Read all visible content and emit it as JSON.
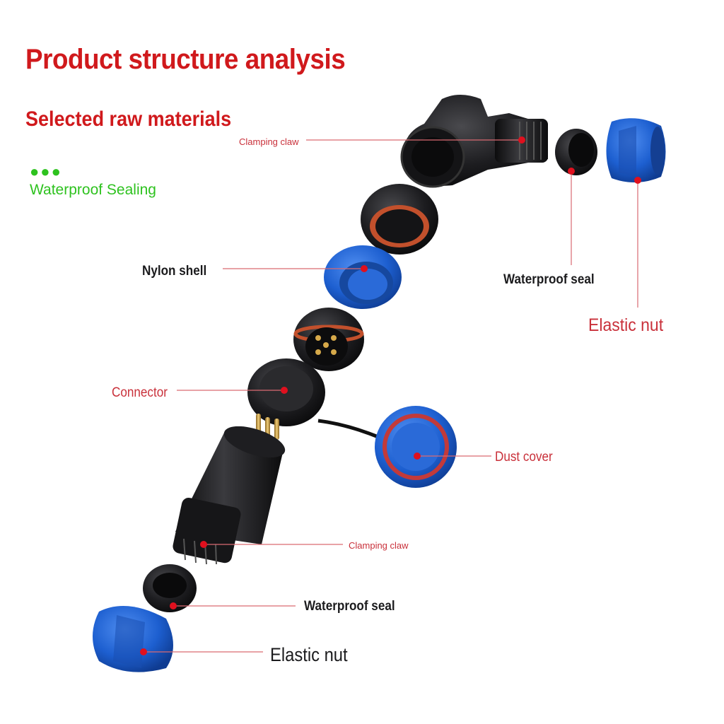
{
  "title": "Product structure analysis",
  "subtitle": "Selected raw materials",
  "feature": {
    "dots": "●●●",
    "label": "Waterproof Sealing"
  },
  "callouts": {
    "clamping_claw_top": "Clamping claw",
    "nylon_shell": "Nylon shell",
    "waterproof_seal_top": "Waterproof seal",
    "elastic_nut_top": "Elastic nut",
    "connector": "Connector",
    "dust_cover": "Dust cover",
    "clamping_claw_bottom": "Clamping claw",
    "waterproof_seal_bottom": "Waterproof seal",
    "elastic_nut_bottom": "Elastic nut"
  },
  "colors": {
    "title_red": "#d0191c",
    "label_red": "#c9303a",
    "feature_green": "#2ec21f",
    "leader_line": "#d96a72",
    "part_black": "#1b1b1d",
    "part_blue": "#1d5fd0",
    "seal_orange": "#c2502c",
    "pin_gold": "#c89a3a"
  }
}
